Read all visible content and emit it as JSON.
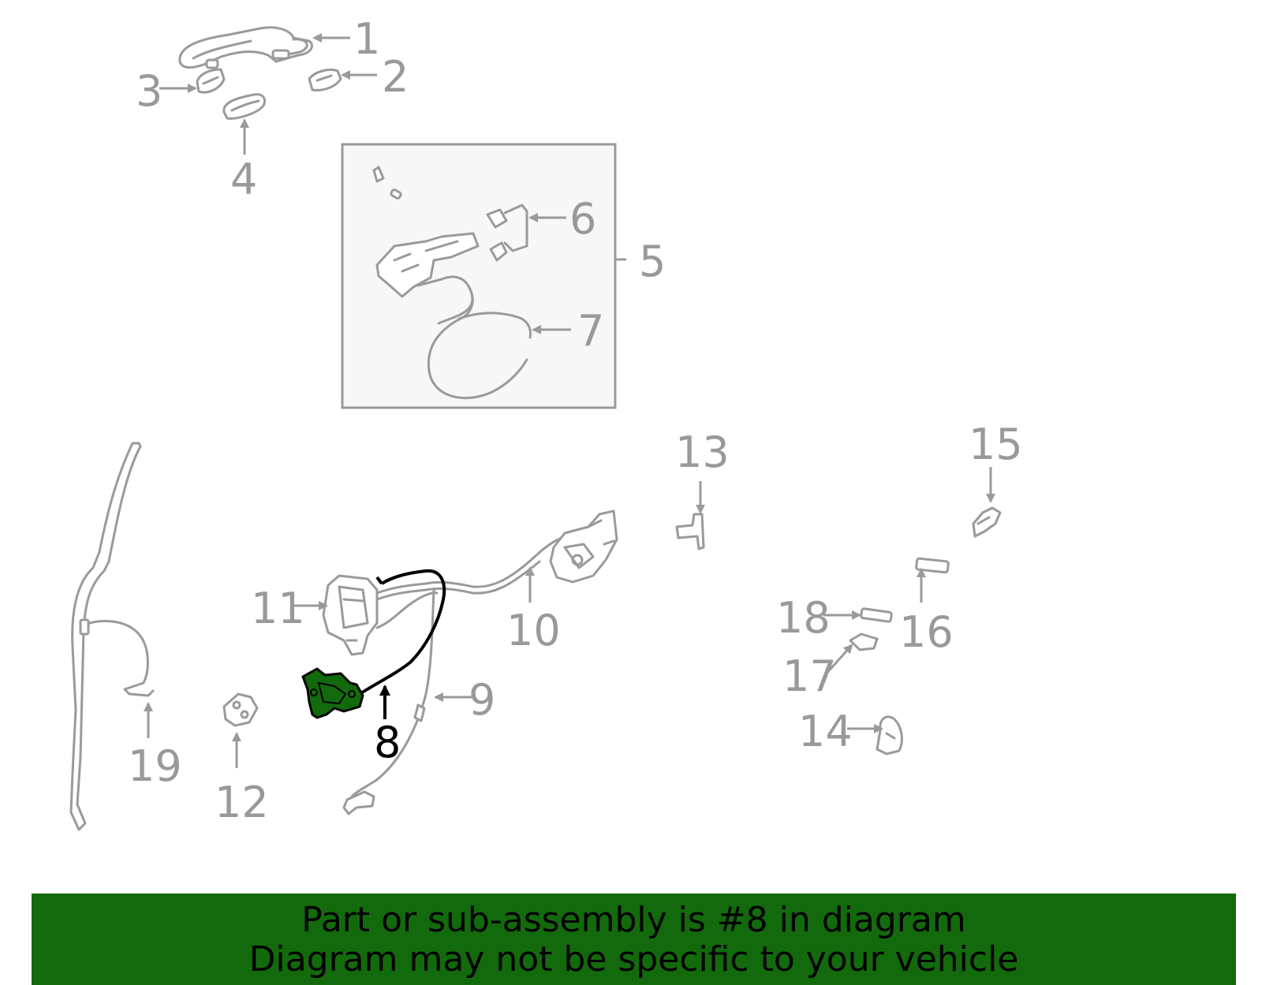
{
  "diagram": {
    "highlighted_part": "8",
    "highlight_color": "#136a0c",
    "callouts": [
      "1",
      "2",
      "3",
      "4",
      "5",
      "6",
      "7",
      "8",
      "9",
      "10",
      "11",
      "12",
      "13",
      "14",
      "15",
      "16",
      "17",
      "18",
      "19"
    ]
  },
  "banner": {
    "line1": "Part or sub-assembly is #8 in diagram",
    "line2": "Diagram may not be specific to your vehicle",
    "background": "#136a0c"
  }
}
